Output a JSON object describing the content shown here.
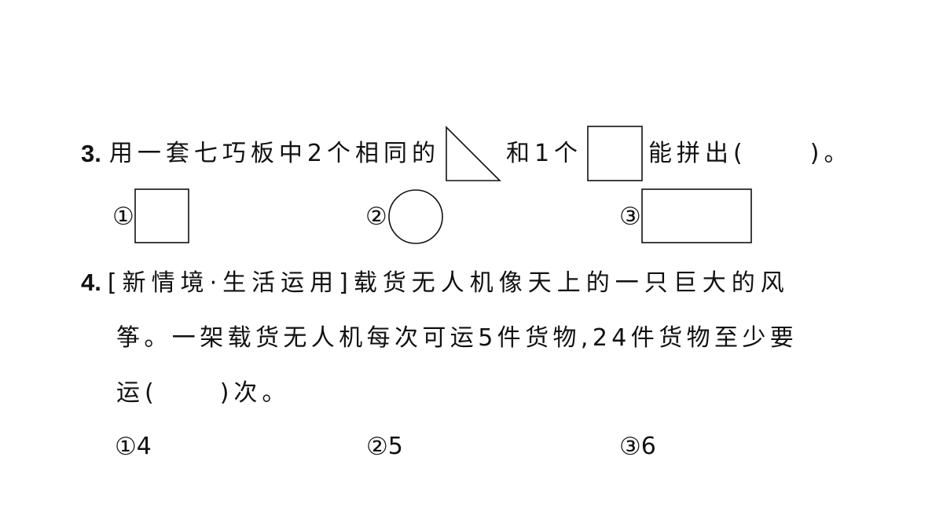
{
  "q3": {
    "number": "3.",
    "text_before_triangle": "用一套七巧板中2个相同的",
    "text_between": "和1个",
    "text_after_square": "能拼出(",
    "text_end": ")。",
    "options": [
      {
        "mark": "①",
        "shape": "square-icon"
      },
      {
        "mark": "②",
        "shape": "circle-icon"
      },
      {
        "mark": "③",
        "shape": "rectangle-icon"
      }
    ]
  },
  "q4": {
    "number": "4.",
    "tag": "[新情境·生活运用]",
    "line1_rest": "载货无人机像天上的一只巨大的风",
    "line2": "筝。一架载货无人机每次可运5件货物,24件货物至少要",
    "line3_start": "运(",
    "line3_end": ")次。",
    "options": [
      {
        "mark": "①",
        "value": "4"
      },
      {
        "mark": "②",
        "value": "5"
      },
      {
        "mark": "③",
        "value": "6"
      }
    ]
  }
}
